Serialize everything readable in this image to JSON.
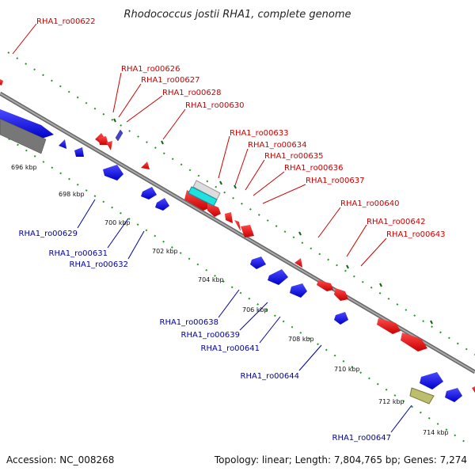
{
  "title": "Rhodococcus jostii RHA1, complete genome",
  "footer": {
    "accession": "Accession: NC_008268",
    "summary": "Topology: linear; Length: 7,804,765 bp; Genes: 7,274"
  },
  "colors": {
    "forward": "#ff0000",
    "reverse": "#0000ff",
    "forward_label": "#cc0000",
    "reverse_label": "#0000aa",
    "backbone": "#888888",
    "tick": "#229922",
    "tick_major": "#116611"
  },
  "forward_labels": [
    "RHA1_ro00622",
    "RHA1_ro00626",
    "RHA1_ro00627",
    "RHA1_ro00628",
    "RHA1_ro00630",
    "RHA1_ro00633",
    "RHA1_ro00634",
    "RHA1_ro00635",
    "RHA1_ro00636",
    "RHA1_ro00637",
    "RHA1_ro00640",
    "RHA1_ro00642",
    "RHA1_ro00643"
  ],
  "reverse_labels": [
    "RHA1_ro00629",
    "RHA1_ro00631",
    "RHA1_ro00632",
    "RHA1_ro00638",
    "RHA1_ro00639",
    "RHA1_ro00641",
    "RHA1_ro00644",
    "RHA1_ro00647"
  ],
  "kbp_labels": [
    "696 kbp",
    "698 kbp",
    "700 kbp",
    "702 kbp",
    "704 kbp",
    "706 kbp",
    "708 kbp",
    "710 kbp",
    "712 kbp",
    "714 kbp"
  ]
}
